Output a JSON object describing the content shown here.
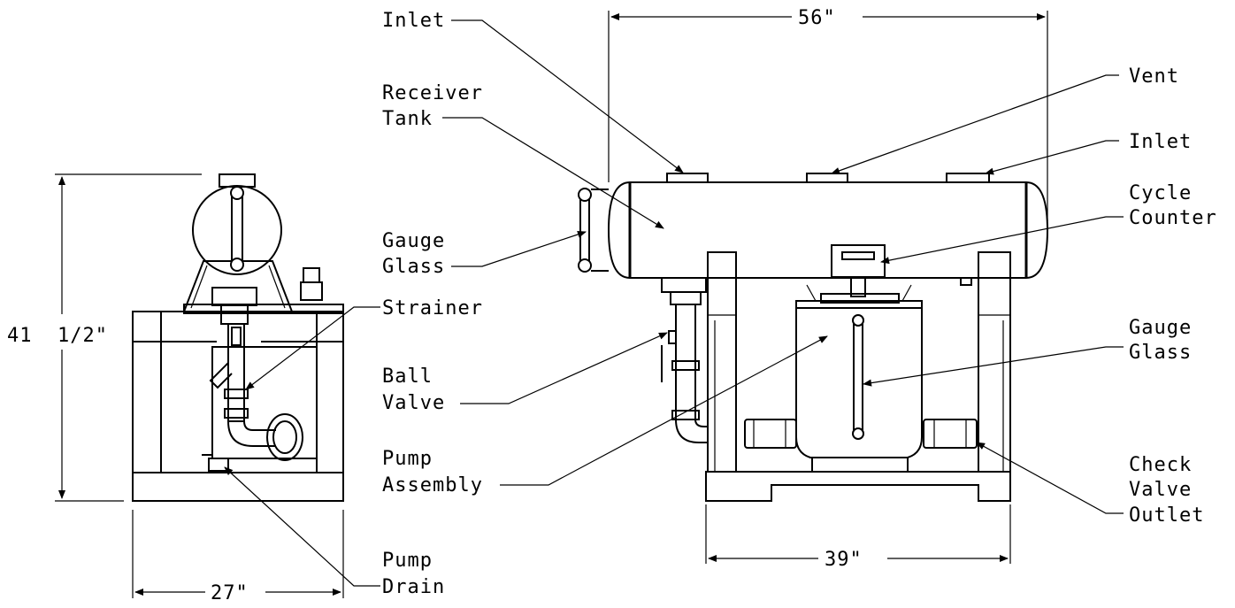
{
  "labels": {
    "inlet_top": "Inlet",
    "receiver_tank_1": "Receiver",
    "receiver_tank_2": "Tank",
    "gauge_glass_left_1": "Gauge",
    "gauge_glass_left_2": "Glass",
    "strainer": "Strainer",
    "ball_valve_1": "Ball",
    "ball_valve_2": "Valve",
    "pump_assembly_1": "Pump",
    "pump_assembly_2": "Assembly",
    "pump_drain_1": "Pump",
    "pump_drain_2": "Drain",
    "vent": "Vent",
    "inlet_right": "Inlet",
    "cycle_counter_1": "Cycle",
    "cycle_counter_2": "Counter",
    "gauge_glass_right_1": "Gauge",
    "gauge_glass_right_2": "Glass",
    "check_valve_1": "Check",
    "check_valve_2": "Valve",
    "check_valve_3": "Outlet"
  },
  "dimensions": {
    "height": "41  1/2\"",
    "side_width": "27\"",
    "front_width": "39\"",
    "tank_length": "56\""
  }
}
